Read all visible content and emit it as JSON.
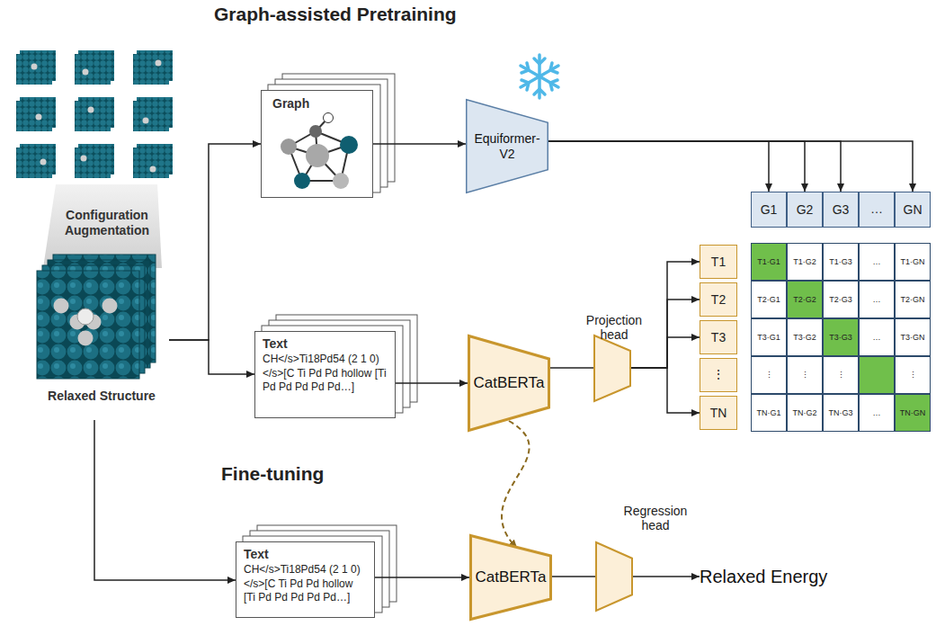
{
  "diagram": {
    "nodes": [
      {
        "text": [
          "Graph"
        ]
      },
      {
        "text": [
          "Equiformer- V2"
        ]
      },
      {
        "text": [
          "G1"
        ]
      },
      {
        "text": [
          "G2"
        ]
      },
      {
        "text": [
          "G3"
        ]
      },
      {
        "text": [
          "GN"
        ]
      },
      {
        "text": [
          "Relaxed Structure"
        ]
      },
      {
        "text": [
          "Text",
          "CH</s>Ti18Pd54 (2 1 0)</s>[C Ti Pd Pd hollow [Ti Pd Pd Pd Pd Pd…]"
        ]
      },
      {
        "text": [
          "CatBERTa"
        ]
      },
      {
        "text": [
          "Projection head"
        ]
      },
      {
        "text": [
          "T1"
        ]
      },
      {
        "text": [
          "T2"
        ]
      },
      {
        "text": [
          "T3"
        ]
      },
      {
        "text": [
          "TN"
        ]
      },
      {
        "text": [
          "Text",
          "CH</s>Ti18Pd54 (2 1 0)</s>[C Ti Pd Pd hollow [Ti Pd Pd Pd Pd Pd…]"
        ]
      },
      {
        "text": [
          "CatBERTa"
        ]
      },
      {
        "text": [
          "Regression head"
        ]
      },
      {
        "text": [
          "Relaxed Energy"
        ]
      }
    ],
    "edges": [
      {
        "from": 6,
        "to": 0,
        "arrow": "to"
      },
      {
        "from": 6,
        "to": 7,
        "arrow": "to"
      },
      {
        "from": 6,
        "to": 14,
        "arrow": "to"
      },
      {
        "from": 0,
        "to": 1,
        "arrow": "to"
      },
      {
        "from": 1,
        "to": 2,
        "arrow": "to"
      },
      {
        "from": 1,
        "to": 3,
        "arrow": "to"
      },
      {
        "from": 1,
        "to": 4,
        "arrow": "to"
      },
      {
        "from": 1,
        "to": 5,
        "arrow": "to"
      },
      {
        "from": 7,
        "to": 8,
        "arrow": "to"
      },
      {
        "from": 8,
        "to": 9,
        "arrow": "none"
      },
      {
        "from": 9,
        "to": 10,
        "arrow": "to"
      },
      {
        "from": 9,
        "to": 11,
        "arrow": "to"
      },
      {
        "from": 9,
        "to": 12,
        "arrow": "to"
      },
      {
        "from": 9,
        "to": 13,
        "arrow": "to"
      },
      {
        "from": 8,
        "to": 15,
        "arrow": "to"
      },
      {
        "from": 14,
        "to": 15,
        "arrow": "to"
      },
      {
        "from": 15,
        "to": 16,
        "arrow": "none"
      },
      {
        "from": 16,
        "to": 17,
        "arrow": "to"
      }
    ],
    "labels": [
      "Graph-assisted Pretraining",
      "Fine-tuning",
      "Configuration Augmentation",
      "…",
      "⋮",
      "T1·G1",
      "T1·G2",
      "T1·G3",
      "…",
      "T1·GN",
      "T2·G1",
      "T2·G2",
      "T2·G3",
      "…",
      "T2·GN",
      "T3·G1",
      "T3·G2",
      "T3·G3",
      "…",
      "T3·GN",
      "⋮",
      "⋮",
      "⋮",
      "⋮",
      "TN·G1",
      "TN·G2",
      "TN·G3",
      "…",
      "TN·GN"
    ]
  }
}
